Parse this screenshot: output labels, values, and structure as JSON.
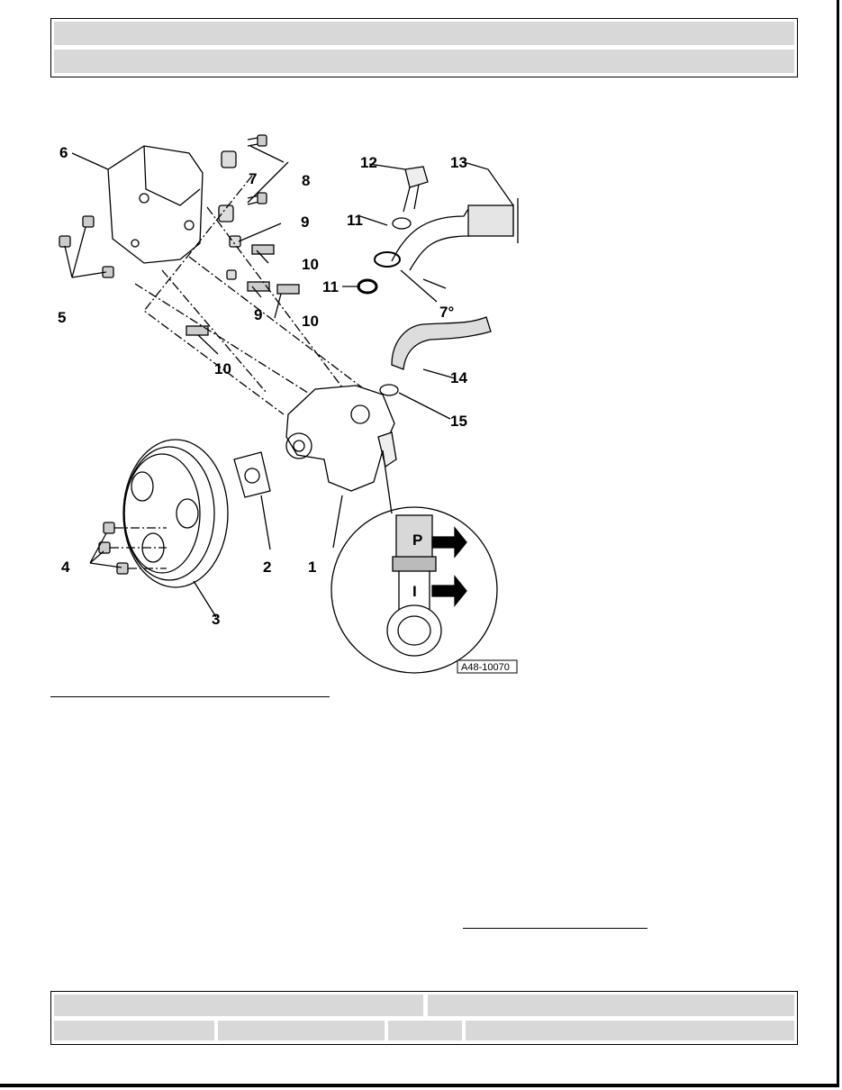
{
  "diagram": {
    "reference_code": "A48-10070",
    "angle_label": "7°",
    "callouts": [
      "1",
      "2",
      "3",
      "4",
      "5",
      "6",
      "7",
      "8",
      "9",
      "10",
      "11",
      "12",
      "13",
      "14",
      "15"
    ],
    "inset_markers": {
      "upper": "P",
      "lower": "I"
    }
  }
}
